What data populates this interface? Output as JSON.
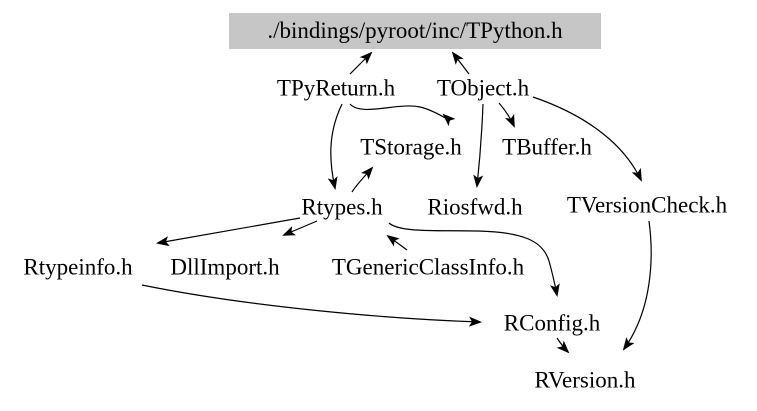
{
  "diagram": {
    "type": "include-dependency-graph",
    "root": {
      "label": "./bindings/pyroot/inc/TPython.h",
      "background": "#c6c6c6"
    },
    "nodes": [
      {
        "id": "TPyReturn",
        "label": "TPyReturn.h"
      },
      {
        "id": "TObject",
        "label": "TObject.h"
      },
      {
        "id": "TStorage",
        "label": "TStorage.h"
      },
      {
        "id": "TBuffer",
        "label": "TBuffer.h"
      },
      {
        "id": "Rtypes",
        "label": "Rtypes.h"
      },
      {
        "id": "Riosfwd",
        "label": "Riosfwd.h"
      },
      {
        "id": "TVersionCheck",
        "label": "TVersionCheck.h"
      },
      {
        "id": "Rtypeinfo",
        "label": "Rtypeinfo.h"
      },
      {
        "id": "DllImport",
        "label": "DllImport.h"
      },
      {
        "id": "TGenericClassInfo",
        "label": "TGenericClassInfo.h"
      },
      {
        "id": "RConfig",
        "label": "RConfig.h"
      },
      {
        "id": "RVersion",
        "label": "RVersion.h"
      }
    ],
    "edges": [
      {
        "from": "TPyReturn.h",
        "to": "./bindings/pyroot/inc/TPython.h"
      },
      {
        "from": "TObject.h",
        "to": "./bindings/pyroot/inc/TPython.h"
      },
      {
        "from": "TPyReturn.h",
        "to": "TObject.h"
      },
      {
        "from": "TPyReturn.h",
        "to": "Rtypes.h"
      },
      {
        "from": "TObject.h",
        "to": "TBuffer.h"
      },
      {
        "from": "TObject.h",
        "to": "Riosfwd.h"
      },
      {
        "from": "TObject.h",
        "to": "TVersionCheck.h"
      },
      {
        "from": "Rtypes.h",
        "to": "TStorage.h"
      },
      {
        "from": "Rtypes.h",
        "to": "Rtypeinfo.h"
      },
      {
        "from": "Rtypes.h",
        "to": "DllImport.h"
      },
      {
        "from": "TGenericClassInfo.h",
        "to": "Rtypes.h"
      },
      {
        "from": "Rtypes.h",
        "to": "RConfig.h"
      },
      {
        "from": "Rtypeinfo.h",
        "to": "RConfig.h"
      },
      {
        "from": "TVersionCheck.h",
        "to": "RVersion.h"
      },
      {
        "from": "RConfig.h",
        "to": "RVersion.h"
      }
    ],
    "colors": {
      "background": "#ffffff",
      "text": "#000000",
      "edge": "#000000",
      "root_background": "#c6c6c6"
    }
  }
}
